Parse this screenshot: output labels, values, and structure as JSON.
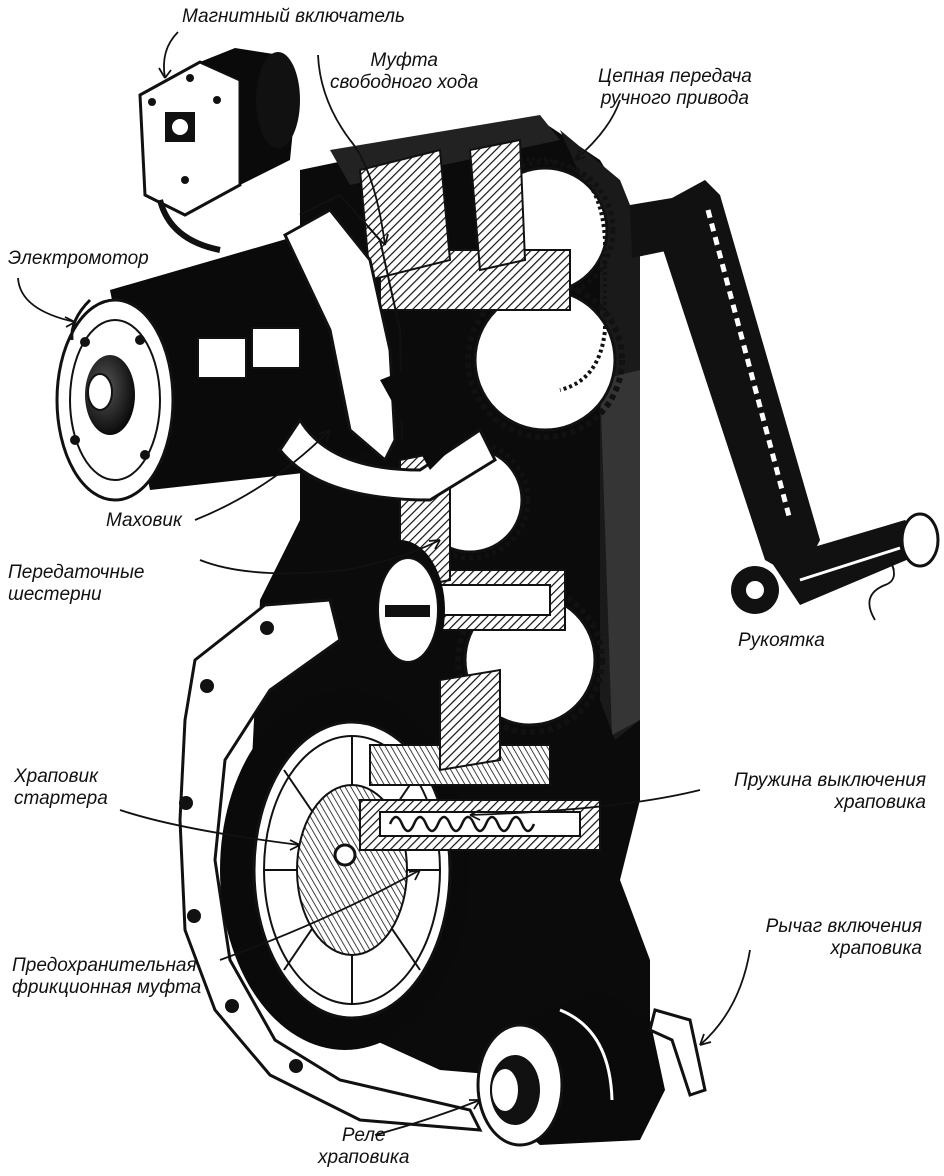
{
  "labels": {
    "magnetic_switch": "Магнитный включатель",
    "freewheel_clutch": [
      "Муфта",
      "свободного хода"
    ],
    "chain_drive": [
      "Цепная передача",
      "ручного привода"
    ],
    "electric_motor": "Электромотор",
    "flywheel": "Маховик",
    "transmission_gears": [
      "Передаточные",
      "шестерни"
    ],
    "handle": "Рукоятка",
    "starter_ratchet": [
      "Храповик",
      "стартера"
    ],
    "ratchet_release_spring": [
      "Пружина выключения",
      "храповика"
    ],
    "ratchet_engage_lever": [
      "Рычаг включения",
      "храповика"
    ],
    "safety_friction_clutch": [
      "Предохранительная",
      "фрикционная муфта"
    ],
    "ratchet_relay": [
      "Реле",
      "храповика"
    ]
  },
  "colors": {
    "ink": "#111111",
    "paper": "#ffffff"
  }
}
